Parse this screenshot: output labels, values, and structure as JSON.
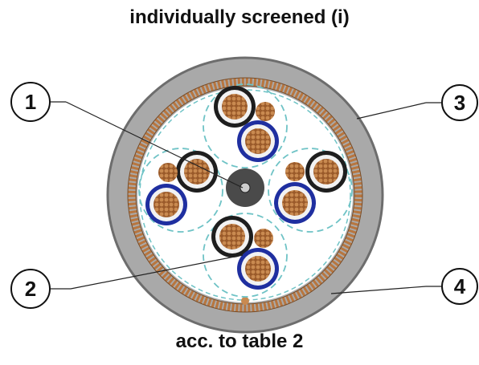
{
  "title": "individually screened (i)",
  "footer": "acc. to table 2",
  "callouts": [
    {
      "label": "1"
    },
    {
      "label": "2"
    },
    {
      "label": "3"
    },
    {
      "label": "4"
    }
  ],
  "colors": {
    "outer_sheath": "#a9a9a9",
    "copper": "#b8763f",
    "screen_dash": "#6fc3c6",
    "blue_core": "#1f2fa0",
    "black_core": "#1e1e1e",
    "center": "#4a4a4a"
  }
}
